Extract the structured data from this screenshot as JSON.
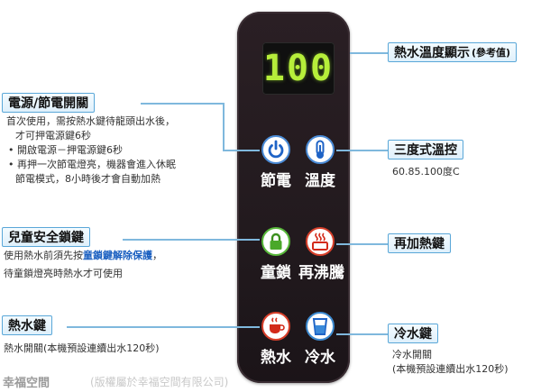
{
  "display": {
    "value": "100"
  },
  "buttons": {
    "power": {
      "label": "節電",
      "icon": "power-icon"
    },
    "temp": {
      "label": "溫度",
      "icon": "thermometer-icon"
    },
    "childlock": {
      "label": "童鎖",
      "icon": "padlock-icon"
    },
    "reboil": {
      "label": "再沸騰",
      "icon": "heating-pot-icon"
    },
    "hotwater": {
      "label": "熱水",
      "icon": "hot-cup-icon"
    },
    "coldwater": {
      "label": "冷水",
      "icon": "water-cup-icon"
    }
  },
  "annotations": {
    "display_temp": {
      "title": "熱水溫度顯示",
      "note": "(參考值)"
    },
    "power_save": {
      "title": "電源/節電開關",
      "lines": [
        "首次使用，需按熱水鍵待龍頭出水後，",
        "才可押電源鍵6秒",
        "• 開啟電源－押電源鍵6秒",
        "• 再押一次節電燈亮，機器會進入休眠",
        "節電模式，8小時後才會自動加熱"
      ]
    },
    "temp_control": {
      "title": "三度式溫控",
      "desc": "60.85.100度C"
    },
    "child_lock": {
      "title": "兒童安全鎖鍵",
      "line1_pre": "使用熱水前須先按",
      "line1_hl": "童鎖鍵解除保護",
      "line1_post": "，",
      "line2": "待童鎖燈亮時熱水才可使用"
    },
    "reboil": {
      "title": "再加熱鍵"
    },
    "hot_water": {
      "title": "熱水鍵",
      "desc": "熱水開關(本機預設連續出水120秒)"
    },
    "cold_water": {
      "title": "冷水鍵",
      "desc1": "冷水開關",
      "desc2": "(本機預設連續出水120秒)"
    }
  },
  "footer": {
    "brand": "幸福空間",
    "text": "(版權屬於幸福空間有限公司)"
  },
  "colors": {
    "accent": "#5aa7d8",
    "panel": "#221a1e",
    "display_green": "#b6ee3a"
  }
}
